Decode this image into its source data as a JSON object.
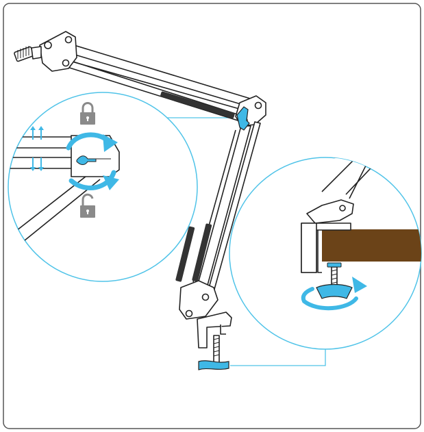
{
  "figure": {
    "kind": "instruction-diagram",
    "colors": {
      "frame": "#555555",
      "outline": "#222222",
      "accent": "#3fb8e6",
      "callout": "#4fc3e8",
      "desk": "#6b4318",
      "lock": "#8a8a8a"
    },
    "callouts": [
      {
        "name": "knob-tension-callout",
        "icons": [
          "lock-icon",
          "unlock-icon",
          "up-arrows-icon",
          "down-arrows-icon",
          "rotate-arrows-icon"
        ]
      },
      {
        "name": "desk-clamp-callout",
        "icons": [
          "rotate-arrow-icon"
        ]
      }
    ],
    "parts": [
      "boom-arm",
      "spring",
      "joint-knob",
      "desk-clamp",
      "clamp-screw-handle",
      "desk-surface"
    ]
  }
}
